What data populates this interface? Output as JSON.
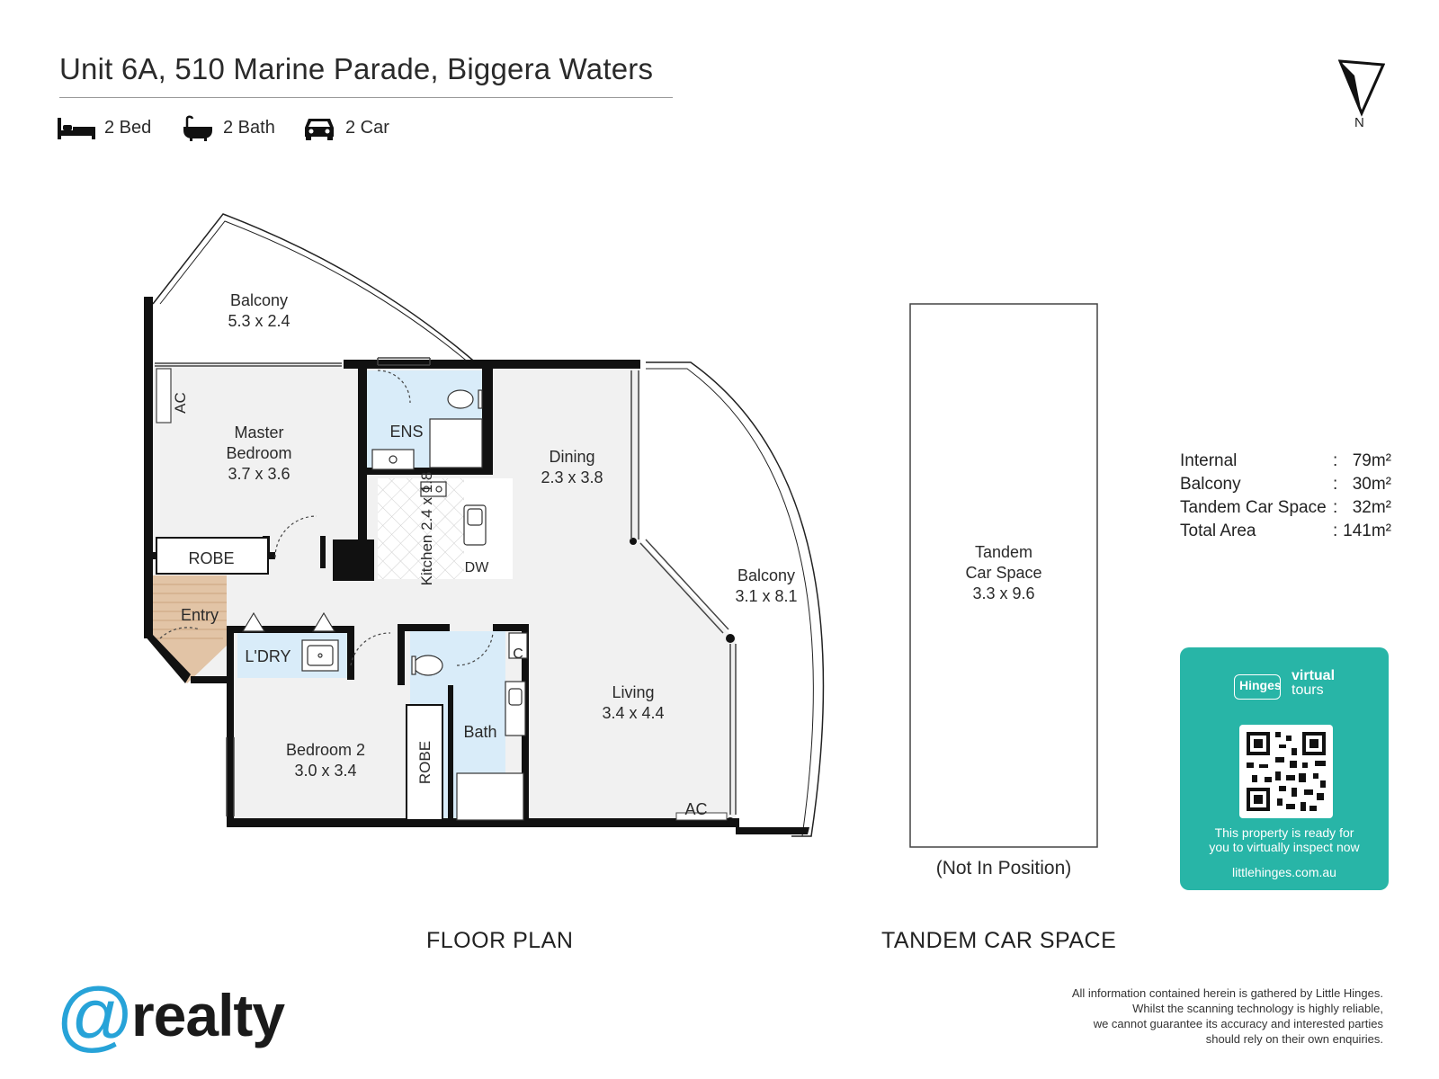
{
  "header": {
    "title": "Unit 6A, 510 Marine Parade, Biggera Waters",
    "features": {
      "bed": "2 Bed",
      "bath": "2 Bath",
      "car": "2 Car"
    },
    "north_label": "N"
  },
  "floor_plan": {
    "caption": "FLOOR PLAN",
    "rooms": {
      "balcony_top_name": "Balcony",
      "balcony_top_dims": "5.3 x 2.4",
      "master_name_1": "Master",
      "master_name_2": "Bedroom",
      "master_dims": "3.7 x 3.6",
      "ens": "ENS",
      "dining_name": "Dining",
      "dining_dims": "2.3 x 3.8",
      "kitchen": "Kitchen 2.4 x 1.8",
      "dw": "DW",
      "robe_master": "ROBE",
      "entry": "Entry",
      "ldry": "L'DRY",
      "balcony_side_name": "Balcony",
      "balcony_side_dims": "3.1 x 8.1",
      "living_name": "Living",
      "living_dims": "3.4 x 4.4",
      "bath": "Bath",
      "closet": "C",
      "bedroom2_name": "Bedroom 2",
      "bedroom2_dims": "3.0 x 3.4",
      "robe_bed2": "ROBE",
      "ac_master": "AC",
      "ac_living": "AC"
    }
  },
  "tandem": {
    "caption": "TANDEM CAR SPACE",
    "label_1": "Tandem",
    "label_2": "Car Space",
    "dims": "3.3 x 9.6",
    "note": "(Not In Position)"
  },
  "areas": [
    {
      "label": "Internal",
      "sep": ":",
      "value": "79m²"
    },
    {
      "label": "Balcony",
      "sep": ":",
      "value": "30m²"
    },
    {
      "label": "Tandem Car Space",
      "sep": ":",
      "value": "32m²"
    },
    {
      "label": "Total Area",
      "sep": ":",
      "value": "141m²"
    }
  ],
  "virtual_tour": {
    "brand_small": "Hinges",
    "brand_virtual": "virtual",
    "brand_tours": "tours",
    "message_1": "This property is ready for",
    "message_2": "you to virtually inspect now",
    "url": "littlehinges.com.au",
    "color": "#28b5a7"
  },
  "agency": {
    "at": "@",
    "word": "realty",
    "accent": "#27a3d8"
  },
  "disclaimer": [
    "All information contained herein is gathered by Little Hinges.",
    "Whilst the scanning technology is highly reliable,",
    "we cannot guarantee its accuracy and interested parties",
    "should rely on their own enquiries."
  ],
  "colors": {
    "wet_area": "#d9ecf9",
    "floor": "#f1f1f1",
    "entry_tile": "#e2c4a6",
    "wall": "#111111"
  }
}
